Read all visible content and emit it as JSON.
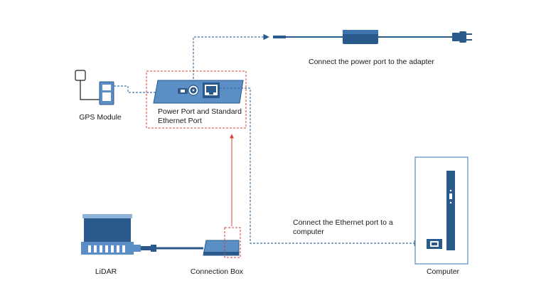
{
  "labels": {
    "power_adapter_caption": "Connect the power port to the adapter",
    "gps_module": "GPS Module",
    "interface_line1": "Power Port and Standard",
    "interface_line2": "Ethernet Port",
    "ethernet_caption_line1": "Connect the Ethernet port to a",
    "ethernet_caption_line2": "computer",
    "lidar": "LiDAR",
    "connection_box": "Connection Box",
    "computer": "Computer"
  },
  "colors": {
    "device_dark": "#2a5a8c",
    "device_mid": "#5b8ec4",
    "device_light": "#8fb2d8",
    "cable": "#2a5a8c",
    "dashed_link": "#3d74ad",
    "highlight_red": "#d8403a",
    "outline": "#1a1a1a"
  },
  "icons": [
    "power-plug-icon",
    "ethernet-port-icon",
    "power-port-icon",
    "gps-antenna-icon"
  ]
}
